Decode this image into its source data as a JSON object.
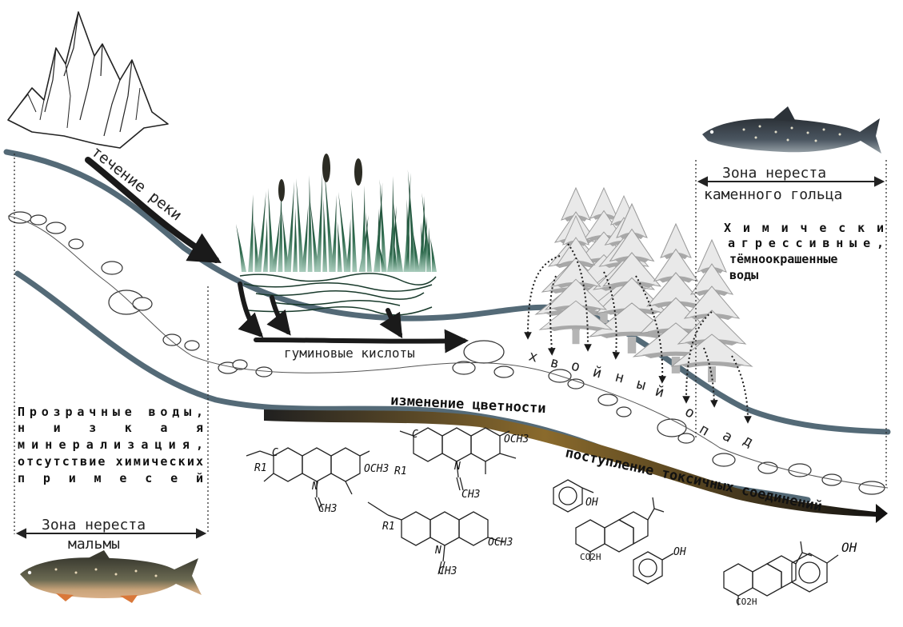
{
  "labels": {
    "river_flow": "течение реки",
    "humic_acids": "гуминовые кислоты",
    "conifer_litter": "хвойный опад",
    "color_change": "изменение цветности",
    "toxic_input": "поступление токсичных соединений",
    "clear_waters": [
      "Прозрачные воды,",
      "низкая",
      "минерализация,",
      "отсутствие химических",
      "примесей"
    ],
    "aggressive_waters": [
      "Химически",
      "агрессивные,",
      "тёмноокрашенные",
      "воды"
    ],
    "zone_char": [
      "Зона нереста",
      "каменного гольца"
    ],
    "zone_malma": [
      "Зона нереста",
      "мальмы"
    ]
  },
  "chem": {
    "och3": "OCH3",
    "r1": "R1",
    "n": "N",
    "ch3": "CH3",
    "c": "C",
    "oh": "OH",
    "co2h": "CO2H"
  },
  "colors": {
    "river": "#546a77",
    "arrow": "#1a1a1a",
    "gradient_start": "#1a1a1a",
    "gradient_mid": "#8a6a2c",
    "reed_top": "#1f4a33",
    "reed_bottom": "#8fb8a6",
    "tree_snow": "#e9e9e9",
    "tree_shadow": "#a8a8a8"
  }
}
